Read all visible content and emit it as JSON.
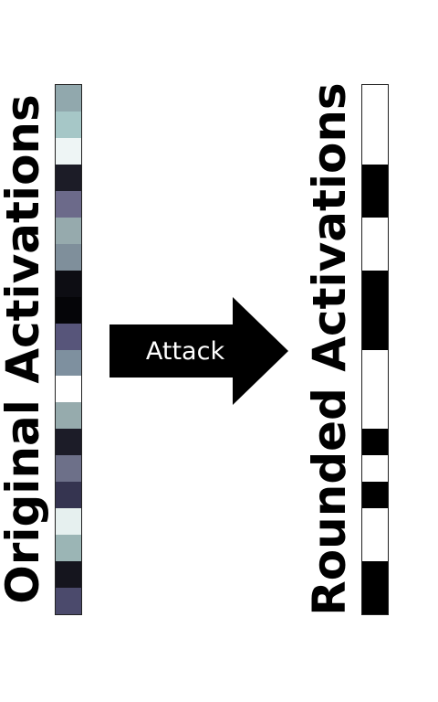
{
  "labels": {
    "left": "Original Activations",
    "right": "Rounded Activations",
    "arrow": "Attack"
  },
  "original_cells": [
    "#91a8ad",
    "#a6c7c7",
    "#eef5f5",
    "#1c1c27",
    "#6c6a8a",
    "#96aaad",
    "#7f8f9b",
    "#0d0d13",
    "#050508",
    "#57557a",
    "#7e909f",
    "#ffffff",
    "#96abad",
    "#1c1c28",
    "#6d7089",
    "#353450",
    "#e6f0ef",
    "#9bb5b5",
    "#15151e",
    "#4b4a6c"
  ],
  "rounded_cells": [
    "#ffffff",
    "#ffffff",
    "#ffffff",
    "#000000",
    "#000000",
    "#ffffff",
    "#ffffff",
    "#000000",
    "#000000",
    "#000000",
    "#ffffff",
    "#ffffff",
    "#ffffff",
    "#000000",
    "#ffffff",
    "#000000",
    "#ffffff",
    "#ffffff",
    "#000000",
    "#000000"
  ],
  "colors": {
    "arrow_fill": "#000000",
    "arrow_text": "#ffffff",
    "label_text": "#000000"
  }
}
